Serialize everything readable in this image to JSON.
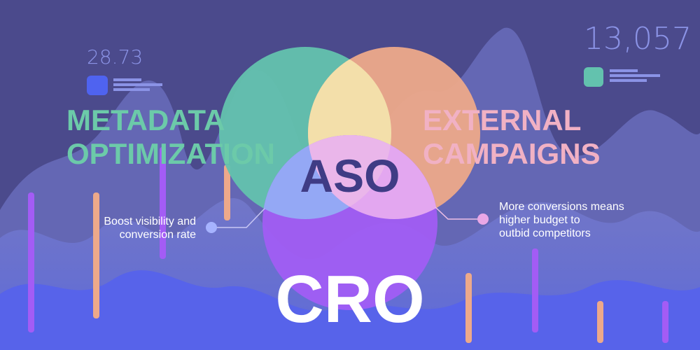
{
  "stats": {
    "left_value": "28.73",
    "right_value": "13,057"
  },
  "labels": {
    "metadata": [
      "METADATA",
      "OPTIMIZATION"
    ],
    "external": [
      "EXTERNAL",
      "CAMPAIGNS"
    ],
    "center": "ASO",
    "bottom": "CRO"
  },
  "captions": {
    "left": [
      "Boost visibility and",
      "conversion rate"
    ],
    "right": [
      "More conversions means",
      "higher budget to",
      "outbid competitors"
    ]
  },
  "colors": {
    "background": "#4b4a8c",
    "metadata_circle": "#63c2ae",
    "external_circle": "#eda98a",
    "cro_circle": "#a35cf5",
    "metadata_text": "#6ccaa9",
    "external_text": "#f1b1c4",
    "aso_text": "#3f3c85"
  }
}
